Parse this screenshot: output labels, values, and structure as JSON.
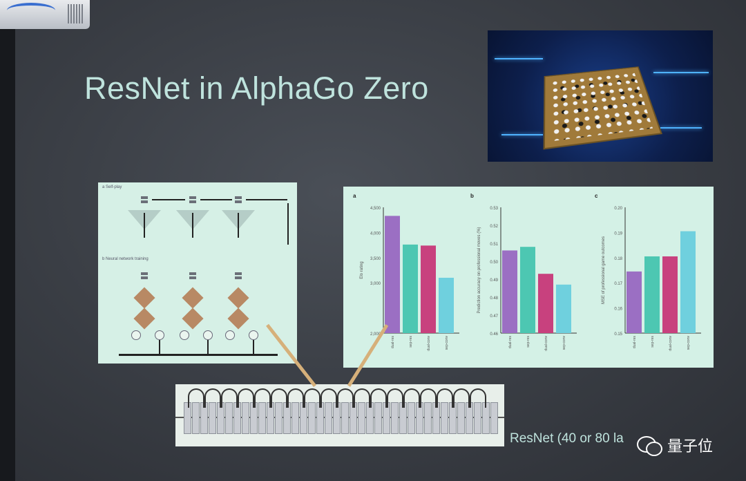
{
  "slide": {
    "title": "ResNet in AlphaGo Zero",
    "resnet_caption": "ResNet (40 or 80 la",
    "watermark": "量子位"
  },
  "left_figure": {
    "panel_a_label": "a  Self-play",
    "panel_b_label": "b  Neural network training"
  },
  "chart_data": [
    {
      "type": "bar",
      "panel": "a",
      "ylabel": "Elo rating",
      "ylim": [
        2000,
        4500
      ],
      "yticks": [
        "4,500",
        "4,000",
        "3,500",
        "3,000",
        "2,000"
      ],
      "categories": [
        "dual-res",
        "sep-res",
        "dual-conv",
        "sep-conv"
      ],
      "values": [
        4330,
        3760,
        3740,
        3100
      ],
      "colors": [
        "#9b6fc3",
        "#4dc7b2",
        "#c8417e",
        "#6fd0de"
      ]
    },
    {
      "type": "bar",
      "panel": "b",
      "ylabel": "Prediction accuracy on professional moves (%)",
      "ylim": [
        0.46,
        0.53
      ],
      "yticks": [
        "0.53",
        "0.52",
        "0.51",
        "0.50",
        "0.49",
        "0.48",
        "0.47",
        "0.46"
      ],
      "categories": [
        "dual-res",
        "sep-res",
        "dual-conv",
        "sep-conv"
      ],
      "values": [
        0.506,
        0.508,
        0.493,
        0.487
      ],
      "colors": [
        "#9b6fc3",
        "#4dc7b2",
        "#c8417e",
        "#6fd0de"
      ]
    },
    {
      "type": "bar",
      "panel": "c",
      "ylabel": "MSE of professional game outcomes",
      "ylim": [
        0.15,
        0.2
      ],
      "yticks": [
        "0.20",
        "0.19",
        "0.18",
        "0.17",
        "0.16",
        "0.15"
      ],
      "categories": [
        "dual-res",
        "sep-res",
        "dual-conv",
        "sep-conv"
      ],
      "values": [
        0.1745,
        0.1805,
        0.1805,
        0.1905
      ],
      "colors": [
        "#9b6fc3",
        "#4dc7b2",
        "#c8417e",
        "#6fd0de"
      ]
    }
  ]
}
